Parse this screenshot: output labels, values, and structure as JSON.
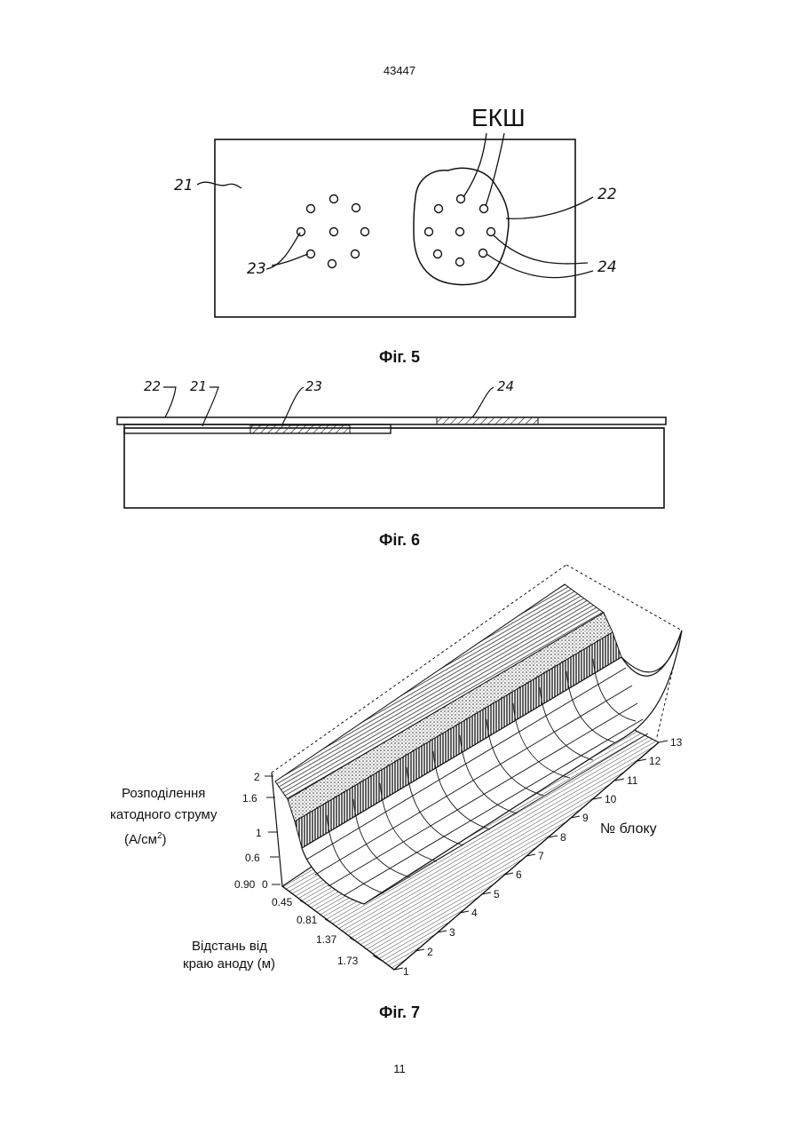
{
  "header": {
    "doc_number": "43447"
  },
  "fig5": {
    "caption": "Фіг. 5",
    "label_ekw": "ЕКШ",
    "label_21": "21",
    "label_22": "22",
    "label_23": "23",
    "label_24": "24"
  },
  "fig6": {
    "caption": "Фіг. 6",
    "label_22": "22",
    "label_21": "21",
    "label_23": "23",
    "label_24": "24"
  },
  "fig7": {
    "caption": "Фіг. 7",
    "z_title_1": "Розподілення",
    "z_title_2": "катодного струму",
    "z_title_3": "(А/см",
    "z_title_sup": "2",
    "z_title_4": ")",
    "z_ticks": [
      "2",
      "1.6",
      "1",
      "0.6",
      "0"
    ],
    "z_extra": "0.90",
    "x_title_1": "Відстань від",
    "x_title_2": "краю аноду (м)",
    "x_ticks": [
      "0.45",
      "0.81",
      "1.37",
      "1.73"
    ],
    "y_title": "№ блоку",
    "y_ticks": [
      "1",
      "2",
      "3",
      "4",
      "5",
      "6",
      "7",
      "8",
      "9",
      "10",
      "11",
      "12",
      "13"
    ]
  },
  "footer": {
    "page_number": "11"
  }
}
